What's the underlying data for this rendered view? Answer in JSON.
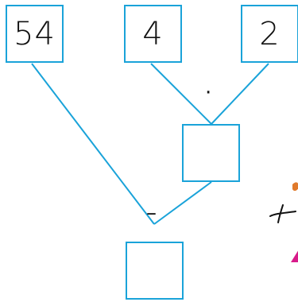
{
  "inputs": {
    "a": "54",
    "b": "4",
    "c": "2"
  },
  "operators": {
    "multiply": "·",
    "subtract": "–"
  },
  "results": {
    "product": "",
    "difference": ""
  },
  "colors": {
    "line": "#1aa3d9",
    "box_border": "#1aa3d9",
    "text": "#111111"
  }
}
